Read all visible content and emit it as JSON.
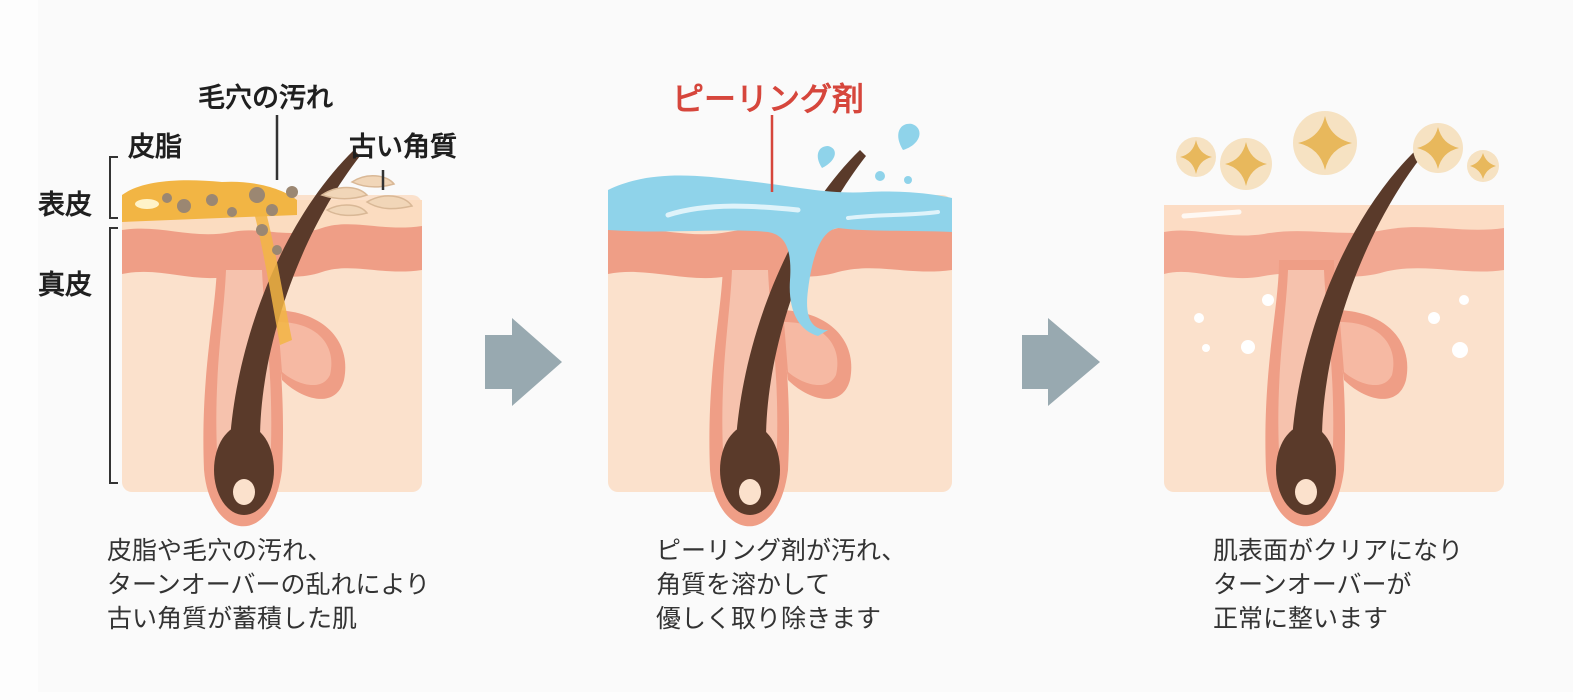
{
  "panel1": {
    "labels": {
      "pore_dirt": "毛穴の汚れ",
      "sebum": "皮脂",
      "old_keratin": "古い角質",
      "epidermis": "表皮",
      "dermis": "真皮"
    },
    "caption": [
      "皮脂や毛穴の汚れ、",
      "ターンオーバーの乱れにより",
      "古い角質が蓄積した肌"
    ]
  },
  "panel2": {
    "labels": {
      "peeling_agent": "ピーリング剤"
    },
    "caption": [
      "ピーリング剤が汚れ、",
      "角質を溶かして",
      "優しく取り除きます"
    ]
  },
  "panel3": {
    "caption": [
      "肌表面がクリアになり",
      "ターンオーバーが",
      "正常に整います"
    ]
  },
  "colors": {
    "skin": "#fbe1cc",
    "dermis_band": "#ef9e86",
    "hair": "#5a3a2a",
    "gel": "#8fd3ea",
    "sebum": "#f2b544",
    "arrow": "#98a9b0",
    "sparkle": "#e8b85c",
    "accent_red": "#d6463c"
  }
}
